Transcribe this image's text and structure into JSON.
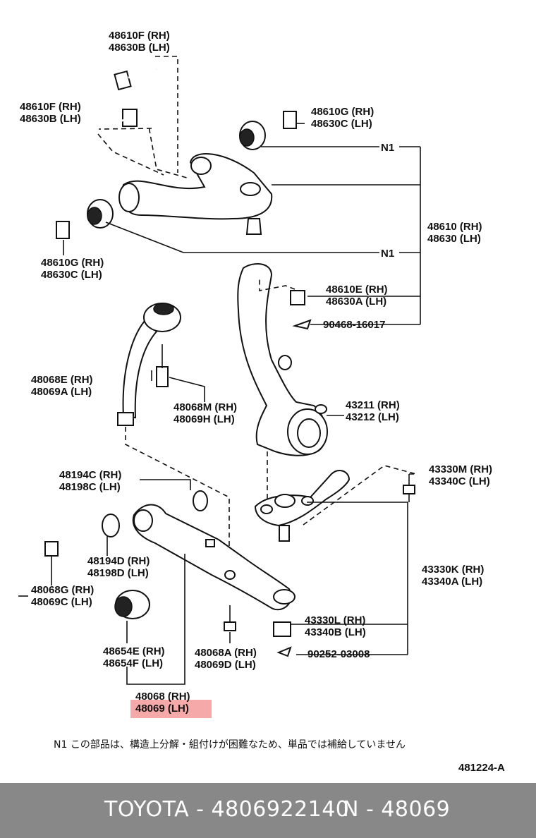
{
  "labels": {
    "upper_bolt_a": [
      "48610F (RH)",
      "48630B (LH)"
    ],
    "upper_bolt_b": [
      "48610F (RH)",
      "48630B (LH)"
    ],
    "upper_nut_right": [
      "48610G (RH)",
      "48630C (LH)"
    ],
    "upper_nut_left": [
      "48610G (RH)",
      "48630C (LH)"
    ],
    "upper_arm": [
      "48610 (RH)",
      "48630 (LH)"
    ],
    "castle_nut": [
      "48610E (RH)",
      "48630A (LH)"
    ],
    "cotter_pin_upper": [
      "90468-16017"
    ],
    "strut_rod": [
      "48068E (RH)",
      "48069A (LH)"
    ],
    "strut_bolt": [
      "48068M (RH)",
      "48069H (LH)"
    ],
    "knuckle": [
      "43211 (RH)",
      "43212 (LH)"
    ],
    "lower_bolt": [
      "48194C (RH)",
      "48198C (LH)"
    ],
    "lower_washer": [
      "48194D (RH)",
      "48198D (LH)"
    ],
    "lower_nut": [
      "48068G (RH)",
      "48069C (LH)"
    ],
    "bushing": [
      "48654E (RH)",
      "48654F (LH)"
    ],
    "lower_arm_bolt": [
      "48068A (RH)",
      "48069D (LH)"
    ],
    "lower_arm": [
      "48068 (RH)",
      "48069 (LH)"
    ],
    "ball_joint_bolt": [
      "43330M (RH)",
      "43340C (LH)"
    ],
    "ball_joint": [
      "43330K (RH)",
      "43340A (LH)"
    ],
    "ball_joint_nut": [
      "43330L (RH)",
      "43340B (LH)"
    ],
    "cotter_pin_lower": [
      "90252-03008"
    ],
    "n1_top": "N1",
    "n1_bottom": "N1"
  },
  "note": "N1 この部品は、構造上分解・組付けが困難なため、単品では補給していません",
  "figure_id": "481224-A",
  "footer": {
    "brand_part": "TOYOTA - 4806922140",
    "ref": "N - 48069"
  },
  "highlight_color": "#f39a9a"
}
